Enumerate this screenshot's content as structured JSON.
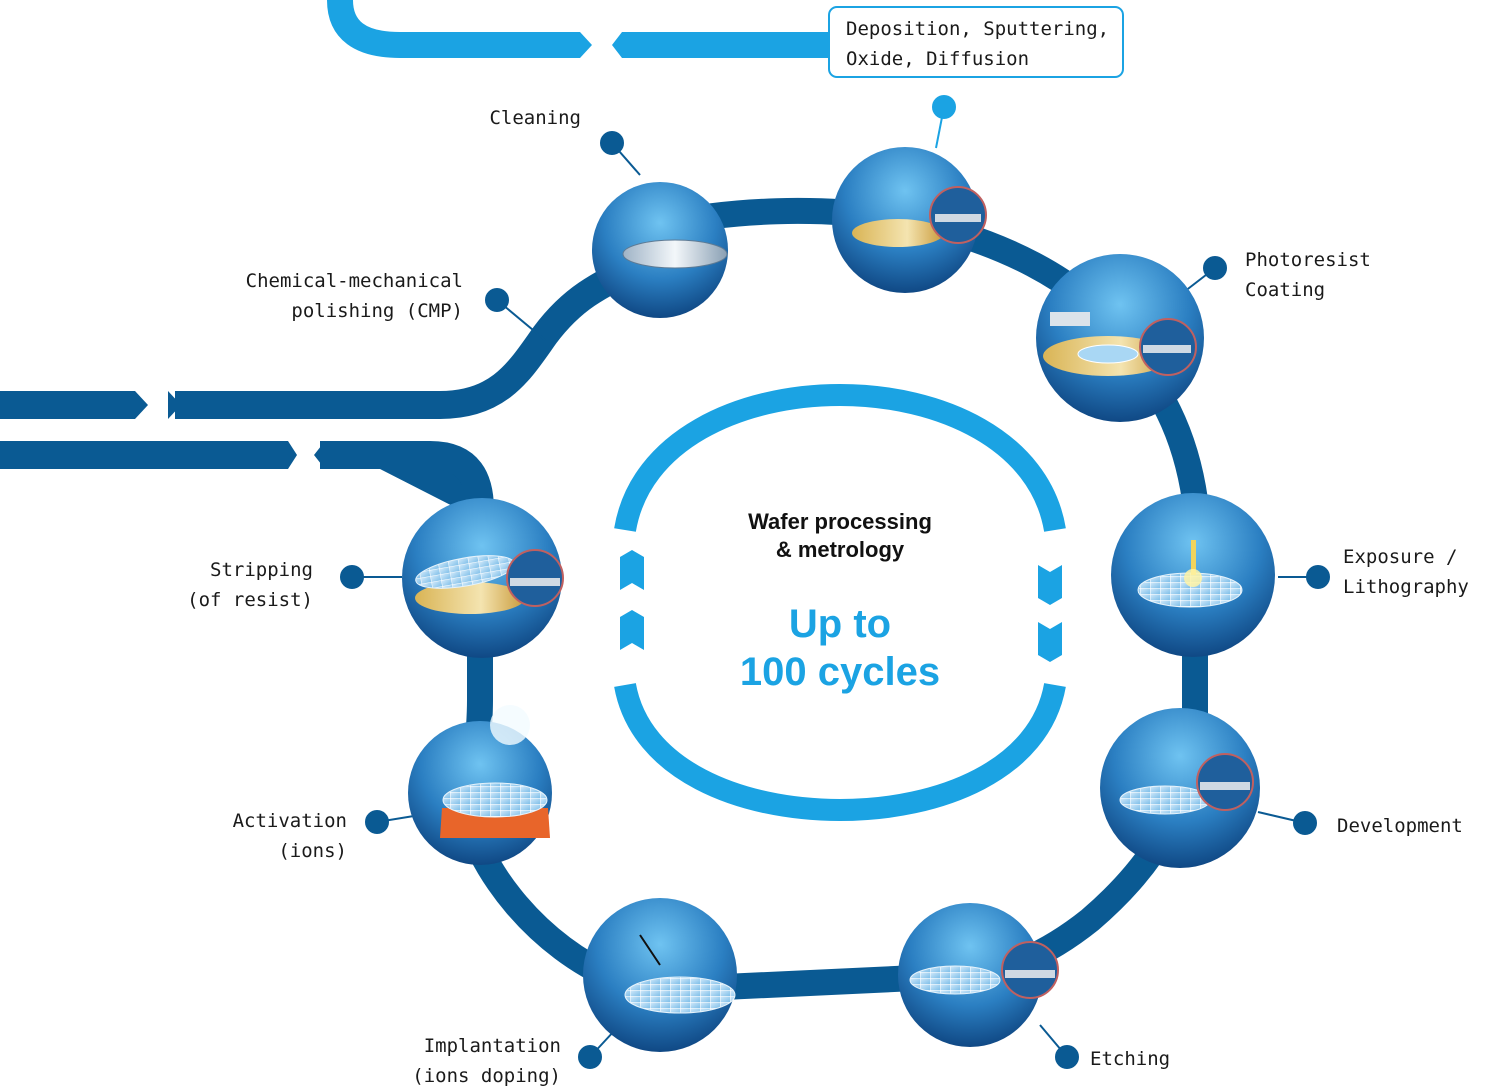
{
  "center": {
    "title_line1": "Wafer processing",
    "title_line2": "& metrology",
    "cycles_line1": "Up to",
    "cycles_line2": "100 cycles"
  },
  "steps": {
    "deposition": {
      "line1": "Deposition, Sputtering,",
      "line2": "Oxide, Diffusion"
    },
    "cleaning": {
      "line1": "Cleaning"
    },
    "cmp": {
      "line1": "Chemical-mechanical",
      "line2": "polishing (CMP)"
    },
    "photoresist": {
      "line1": "Photoresist",
      "line2": "Coating"
    },
    "exposure": {
      "line1": "Exposure /",
      "line2": "Lithography"
    },
    "development": {
      "line1": "Development"
    },
    "etching": {
      "line1": "Etching"
    },
    "implantation": {
      "line1": "Implantation",
      "line2": "(ions doping)"
    },
    "activation": {
      "line1": "Activation",
      "line2": "(ions)"
    },
    "stripping": {
      "line1": "Stripping",
      "line2": "(of resist)"
    }
  },
  "colors": {
    "track_dark": "#0a5a93",
    "track_light": "#1ba3e3",
    "node_fill": "#2e86c8",
    "marker": "#0a5a93"
  }
}
